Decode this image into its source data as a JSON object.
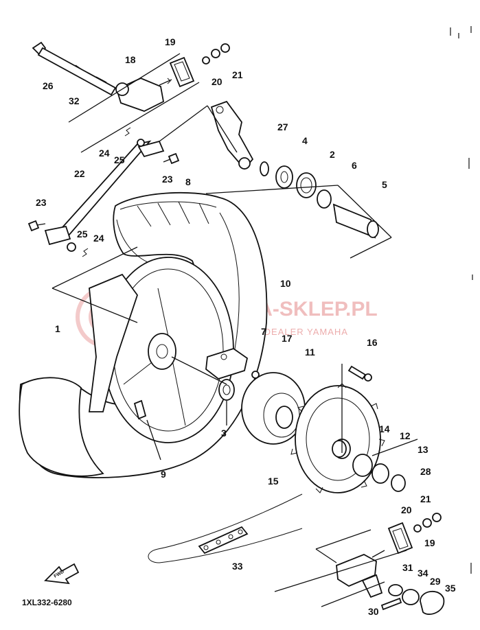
{
  "diagram": {
    "code": "1XL332-6280",
    "fwd_label": "FWD",
    "watermark": {
      "main": "YAMAHA-SKLEP.PL",
      "sub": "AUTORYZOWANY DEALER YAMAHA"
    },
    "callouts": [
      "26",
      "32",
      "18",
      "19",
      "20",
      "21",
      "27",
      "4",
      "2",
      "6",
      "5",
      "24",
      "25",
      "23",
      "22",
      "23",
      "25",
      "24",
      "8",
      "10",
      "1",
      "7",
      "17",
      "11",
      "16",
      "3",
      "9",
      "14",
      "12",
      "13",
      "15",
      "28",
      "20",
      "21",
      "19",
      "33",
      "31",
      "34",
      "29",
      "35",
      "30"
    ]
  }
}
